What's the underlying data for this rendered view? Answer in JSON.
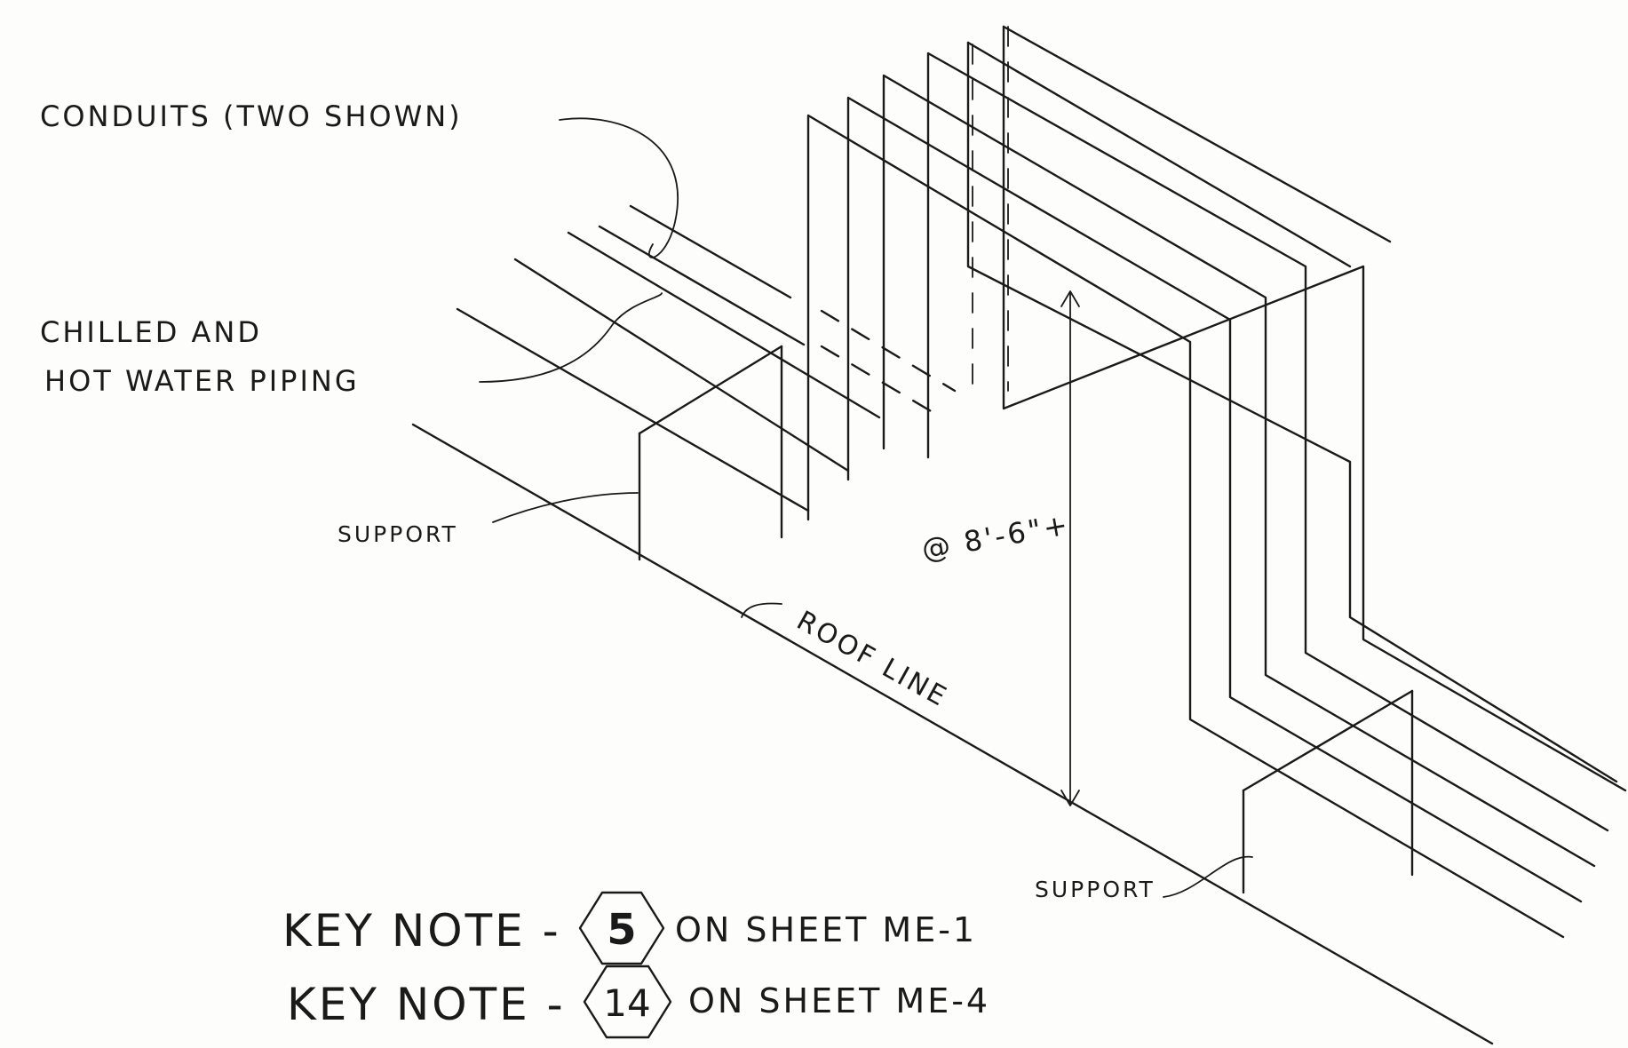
{
  "labels": {
    "conduits": "CONDUITS (TWO SHOWN)",
    "piping_line1": "CHILLED AND",
    "piping_line2": "HOT WATER PIPING",
    "support_left": "SUPPORT",
    "support_right": "SUPPORT",
    "roof_line": "ROOF LINE",
    "clearance": "@ 8'-6\"+"
  },
  "key_notes": [
    {
      "prefix": "KEY NOTE -",
      "number": "5",
      "suffix": "ON SHEET ME-1"
    },
    {
      "prefix": "KEY NOTE -",
      "number": "14",
      "suffix": "ON SHEET ME-4"
    }
  ],
  "colors": {
    "ink": "#1a1a1a",
    "paper": "#fdfdfb"
  }
}
